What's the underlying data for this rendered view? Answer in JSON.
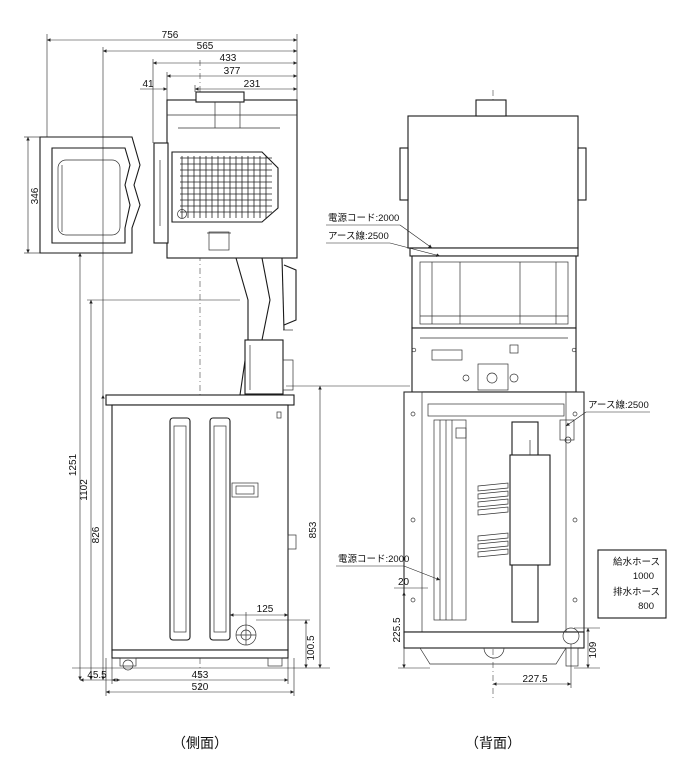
{
  "side_view": {
    "caption": "（側面）",
    "dims": {
      "overall_depth": "756",
      "depth_565": "565",
      "depth_433": "433",
      "depth_377": "377",
      "offset_41": "41",
      "depth_231": "231",
      "door_height": "346",
      "height_1251": "1251",
      "height_1102": "1102",
      "height_826": "826",
      "height_853": "853",
      "height_100_5": "100.5",
      "offset_45_5": "45.5",
      "offset_125": "125",
      "width_453": "453",
      "width_520": "520"
    }
  },
  "back_view": {
    "caption": "（背面）",
    "labels": {
      "power_cord_top": "電源コード:2000",
      "earth_wire_top": "アース線:2500",
      "earth_wire_right": "アース線:2500",
      "power_cord_bottom": "電源コード:2000",
      "supply_hose_label": "給水ホース",
      "supply_hose_len": "1000",
      "drain_hose_label": "排水ホース",
      "drain_hose_len": "800"
    },
    "dims": {
      "offset_20": "20",
      "height_225_5": "225.5",
      "height_109": "109",
      "width_227_5": "227.5"
    }
  }
}
